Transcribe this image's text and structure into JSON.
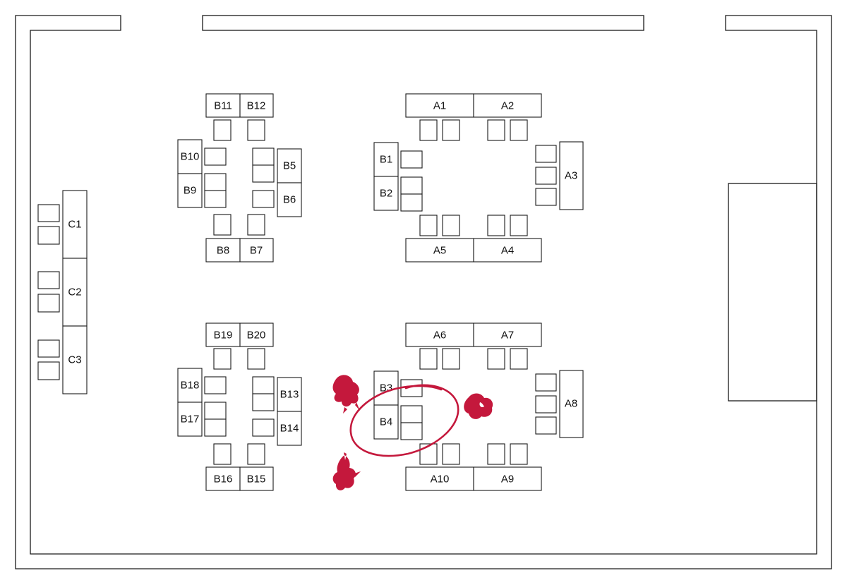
{
  "tables": {
    "A1": "A1",
    "A2": "A2",
    "A3": "A3",
    "A4": "A4",
    "A5": "A5",
    "A6": "A6",
    "A7": "A7",
    "A8": "A8",
    "A9": "A9",
    "A10": "A10",
    "B1": "B1",
    "B2": "B2",
    "B3": "B3",
    "B4": "B4",
    "B5": "B5",
    "B6": "B6",
    "B7": "B7",
    "B8": "B8",
    "B9": "B9",
    "B10": "B10",
    "B11": "B11",
    "B12": "B12",
    "B13": "B13",
    "B14": "B14",
    "B15": "B15",
    "B16": "B16",
    "B17": "B17",
    "B18": "B18",
    "B19": "B19",
    "B20": "B20",
    "C1": "C1",
    "C2": "C2",
    "C3": "C3"
  },
  "annotation": {
    "color": "#c4183c",
    "circled_tables": [
      "B3",
      "B4"
    ]
  }
}
